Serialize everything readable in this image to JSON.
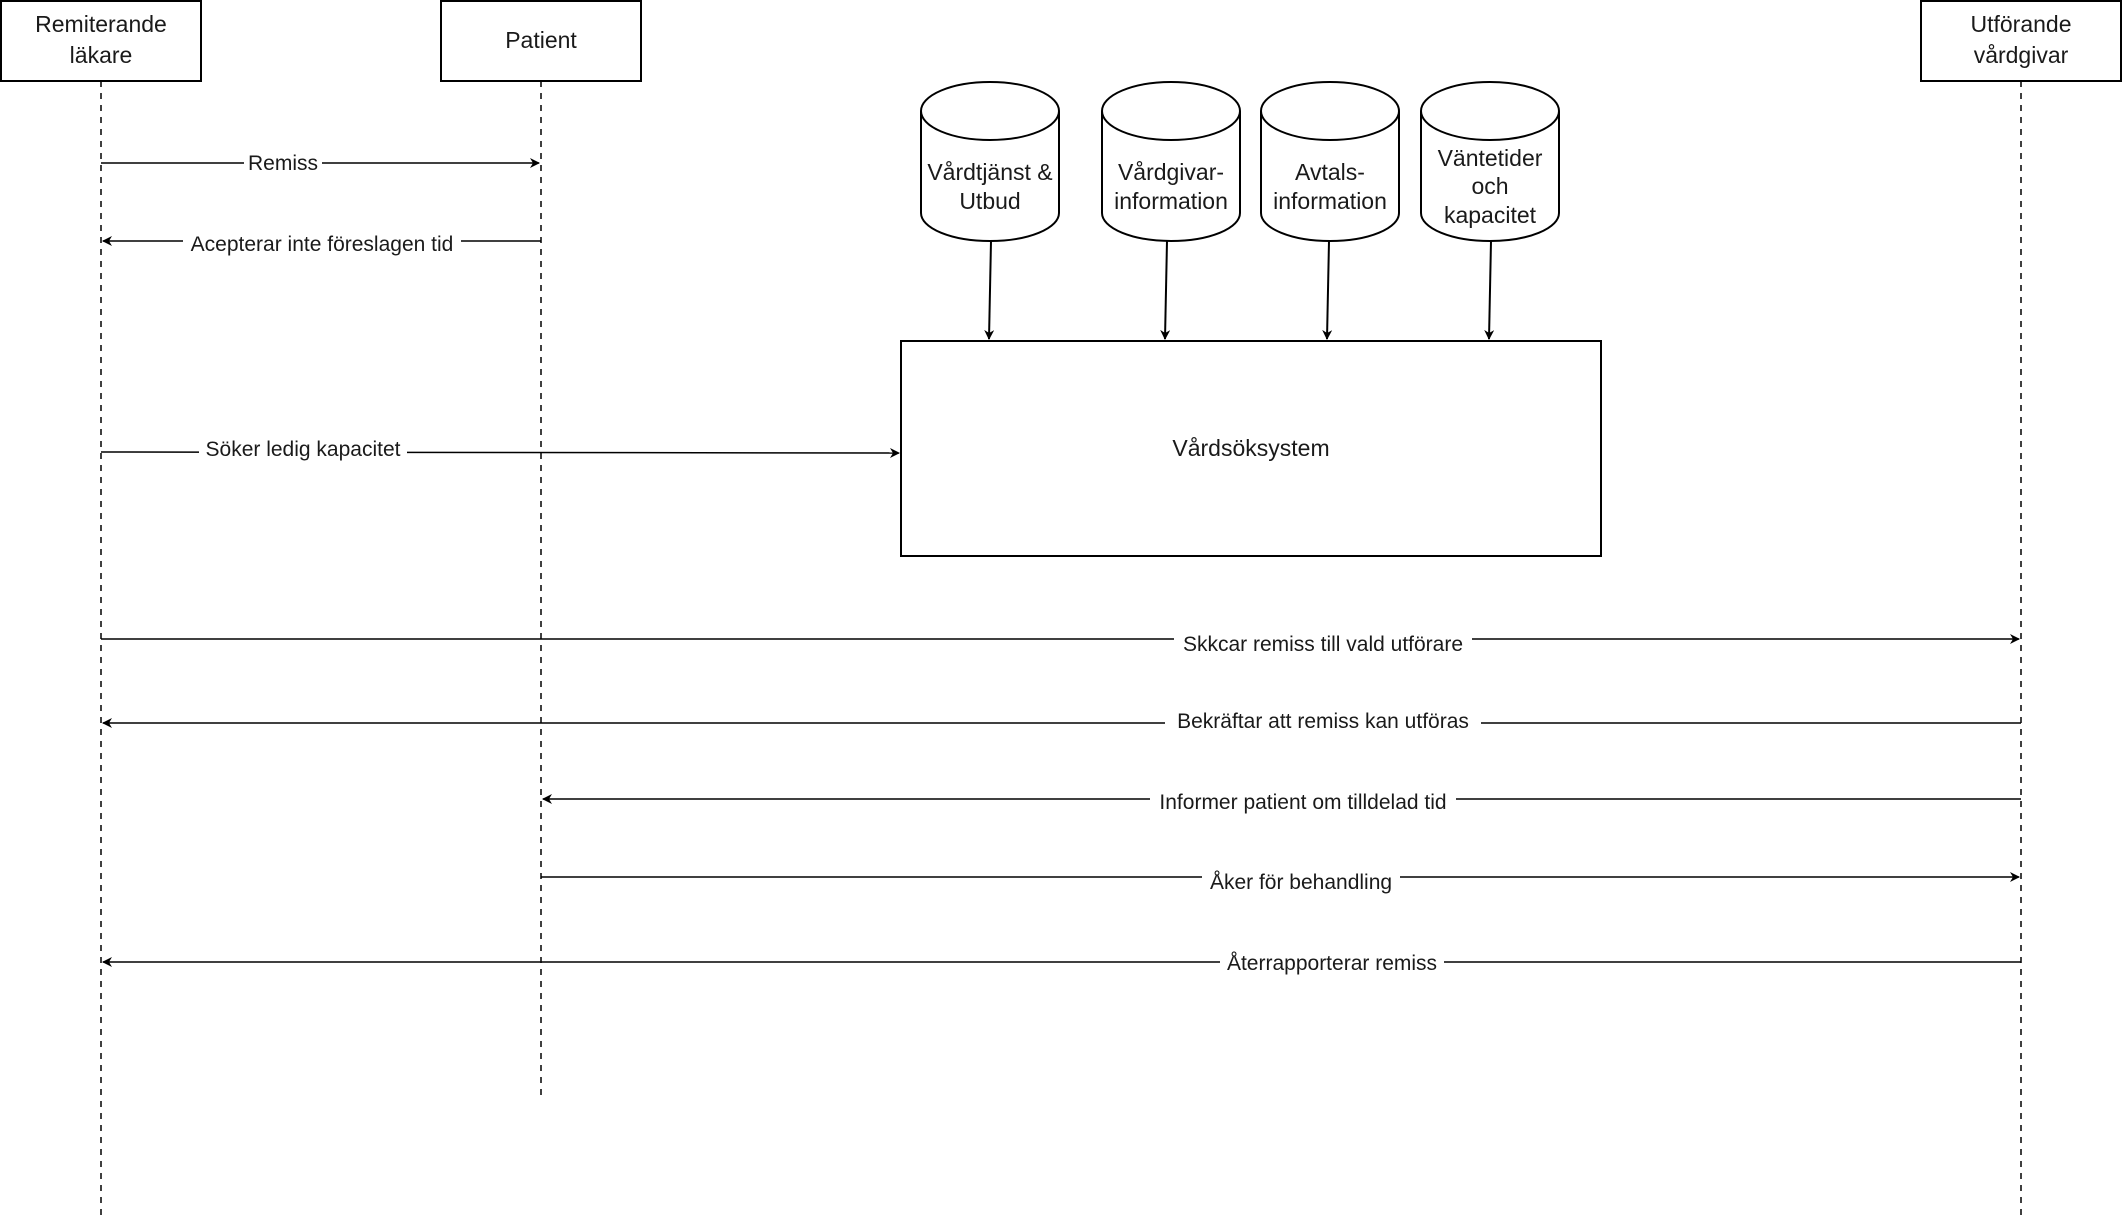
{
  "lifelines": [
    {
      "id": "remitterande",
      "lines": [
        "Remiterande",
        "läkare"
      ]
    },
    {
      "id": "patient",
      "lines": [
        "Patient"
      ]
    },
    {
      "id": "utforande",
      "lines": [
        "Utförande",
        "vårdgivar"
      ]
    }
  ],
  "databases": [
    {
      "id": "vardtjanst",
      "lines": [
        "Vårdtjänst &",
        "Utbud"
      ]
    },
    {
      "id": "vardgivar",
      "lines": [
        "Vårdgivar-",
        "information"
      ]
    },
    {
      "id": "avtals",
      "lines": [
        "Avtals-",
        "information"
      ]
    },
    {
      "id": "vantetider",
      "lines": [
        "Väntetider",
        "och",
        "kapacitet"
      ]
    }
  ],
  "system": {
    "label": "Vårdsöksystem"
  },
  "messages": [
    {
      "id": "remiss",
      "from": "remitterande",
      "to": "patient",
      "label": "Remiss"
    },
    {
      "id": "acepterar",
      "from": "patient",
      "to": "remitterande",
      "label": "Acepterar inte föreslagen tid"
    },
    {
      "id": "soker",
      "from": "remitterande",
      "to": "system",
      "label": "Söker ledig kapacitet"
    },
    {
      "id": "skickar",
      "from": "remitterande",
      "to": "utforande",
      "label": "Skkcar remiss till vald utförare"
    },
    {
      "id": "bekraftar",
      "from": "utforande",
      "to": "remitterande",
      "label": "Bekräftar att  remiss kan utföras"
    },
    {
      "id": "informer",
      "from": "utforande",
      "to": "patient",
      "label": "Informer patient om tilldelad tid"
    },
    {
      "id": "aker",
      "from": "patient",
      "to": "utforande",
      "label": "Åker för behandling"
    },
    {
      "id": "aterrapporterar",
      "from": "utforande",
      "to": "remitterande",
      "label": "Återrapporterar remiss"
    }
  ],
  "colors": {
    "stroke": "#000000",
    "text": "#1a1a1a",
    "background": "#ffffff"
  }
}
